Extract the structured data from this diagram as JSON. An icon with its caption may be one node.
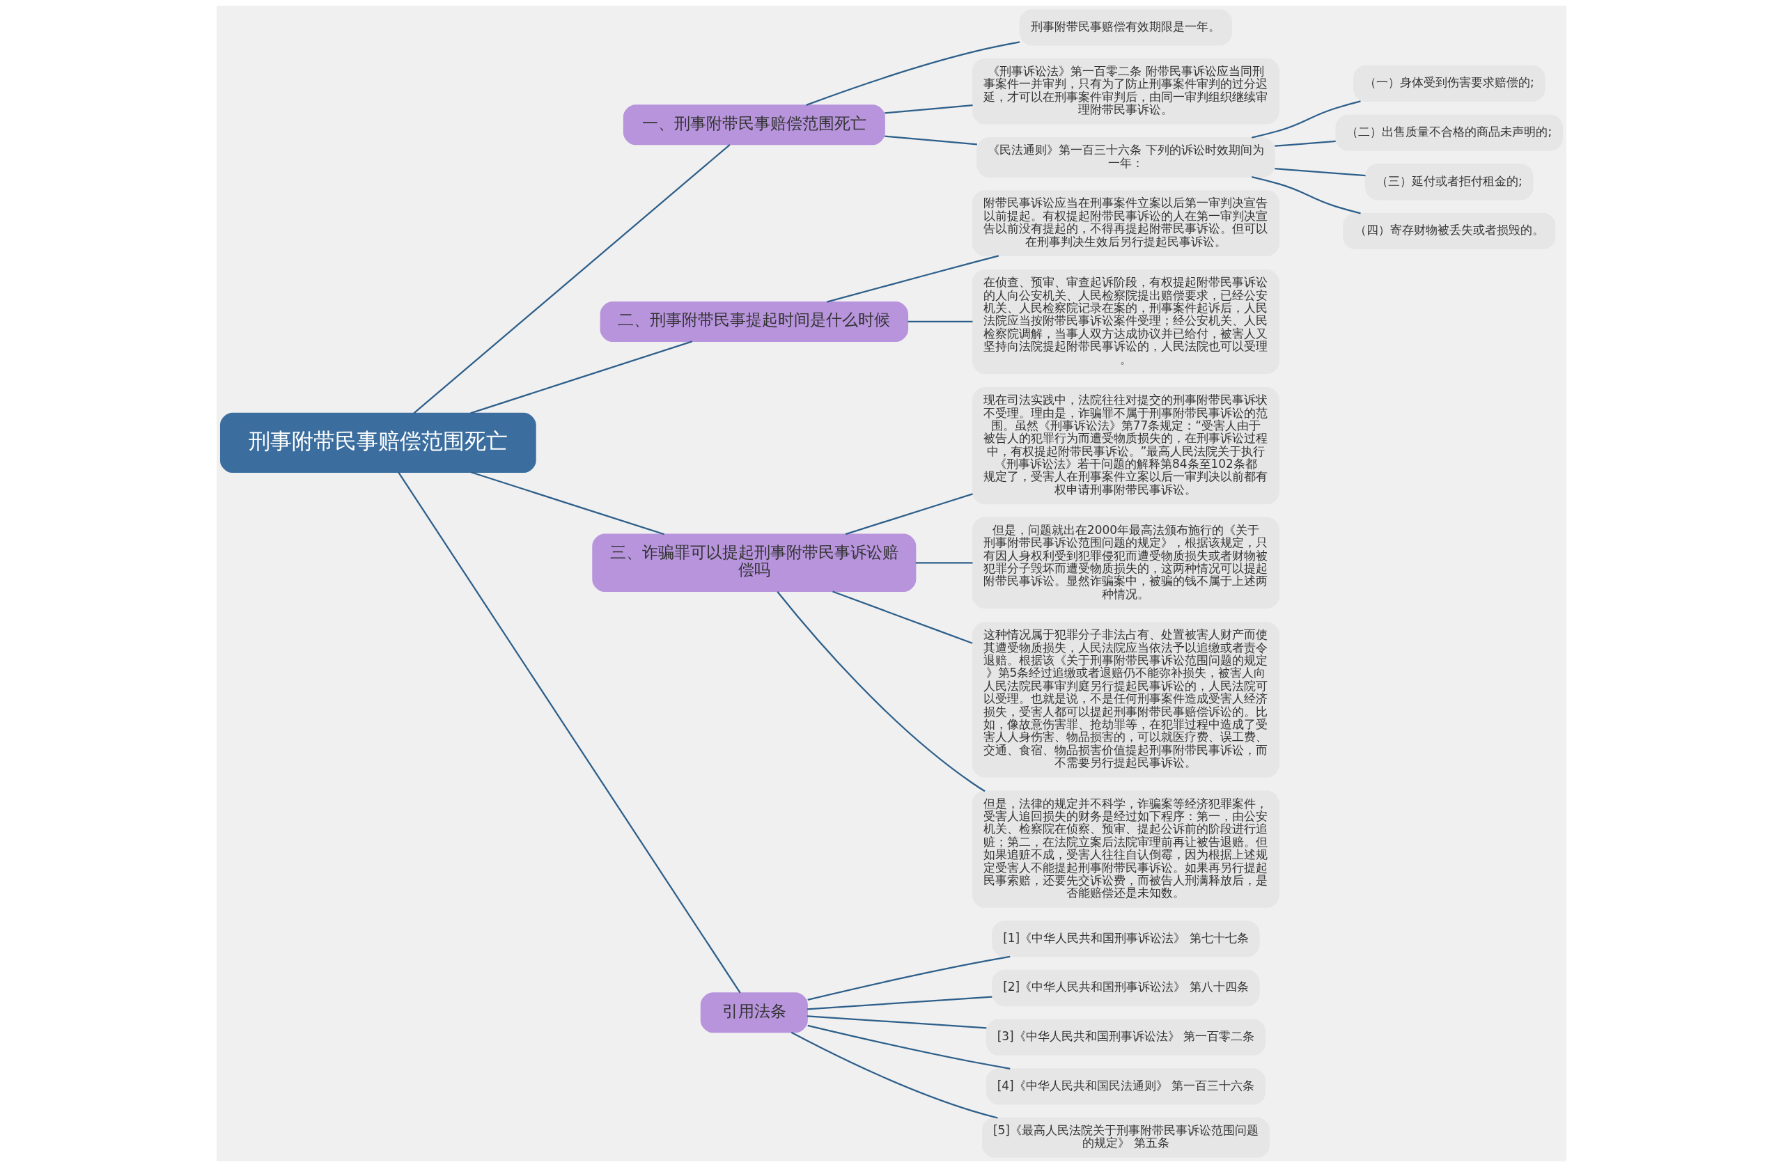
{
  "diagram": {
    "nodes": [
      {
        "text": [
          "刑事附带民事赔偿范围死亡"
        ]
      },
      {
        "text": [
          "一、刑事附带民事赔偿范围死亡"
        ]
      },
      {
        "text": [
          "刑事附带民事赔偿有效期限是一年。"
        ]
      },
      {
        "text": [
          "《刑事诉讼法》第一百零二条 附带民事诉讼应当同刑事案件一并审判，只有为了防止刑事案件审判的过分迟延，才可以在刑事案件审判后，由同一审判组织继续审理附带民事诉讼。"
        ]
      },
      {
        "text": [
          "《民法通则》第一百三十六条 下列的诉讼时效期间为一年："
        ]
      },
      {
        "text": [
          "（一）身体受到伤害要求赔偿的;"
        ]
      },
      {
        "text": [
          "（二）出售质量不合格的商品未声明的;"
        ]
      },
      {
        "text": [
          "（三）延付或者拒付租金的;"
        ]
      },
      {
        "text": [
          "（四）寄存财物被丢失或者损毁的。"
        ]
      },
      {
        "text": [
          "二、刑事附带民事提起时间是什么时候"
        ]
      },
      {
        "text": [
          "附带民事诉讼应当在刑事案件立案以后第一审判决宣告以前提起。有权提起附带民事诉讼的人在第一审判决宣告以前没有提起的，不得再提起附带民事诉讼。但可以在刑事判决生效后另行提起民事诉讼。"
        ]
      },
      {
        "text": [
          "在侦查、预审、审查起诉阶段，有权提起附带民事诉讼的人向公安机关、人民检察院提出赔偿要求，已经公安机关、人民检察院记录在案的，刑事案件起诉后，人民法院应当按附带民事诉讼案件受理；经公安机关、人民检察院调解，当事人双方达成协议并已给付，被害人又坚持向法院提起附带民事诉讼的，人民法院也可以受理。"
        ]
      },
      {
        "text": [
          "三、诈骗罪可以提起刑事附带民事诉讼赔偿吗"
        ]
      },
      {
        "text": [
          "现在司法实践中，法院往往对提交的刑事附带民事诉状不受理。理由是，诈骗罪不属于刑事附带民事诉讼的范围。虽然《刑事诉讼法》第77条规定：“受害人由于被告人的犯罪行为而遭受物质损失的，在刑事诉讼过程中，有权提起附带民事诉讼。”最高人民法院关于执行《刑事诉讼法》若干问题的解释第84条至102条都规定了，受害人在刑事案件立案以后一审判决以前都有权申请刑事附带民事诉讼。"
        ]
      },
      {
        "text": [
          "但是，问题就出在2000年最高法颁布施行的《关于刑事附带民事诉讼范围问题的规定》，根据该规定，只有因人身权利受到犯罪侵犯而遭受物质损失或者财物被犯罪分子毁坏而遭受物质损失的，这两种情况可以提起附带民事诉讼。显然诈骗案中，被骗的钱不属于上述两种情况。"
        ]
      },
      {
        "text": [
          "这种情况属于犯罪分子非法占有、处置被害人财产而使其遭受物质损失，人民法院应当依法予以追缴或者责令退赔。根据该《关于刑事附带民事诉讼范围问题的规定》第5条经过追缴或者退赔仍不能弥补损失，被害人向人民法院民事审判庭另行提起民事诉讼的，人民法院可以受理。也就是说，不是任何刑事案件造成受害人经济损失，受害人都可以提起刑事附带民事赔偿诉讼的。比如，像故意伤害罪、抢劫罪等，在犯罪过程中造成了受害人人身伤害、物品损害的，可以就医疗费、误工费、交通、食宿、物品损害价值提起刑事附带民事诉讼，而不需要另行提起民事诉讼。"
        ]
      },
      {
        "text": [
          "但是，法律的规定并不科学，诈骗案等经济犯罪案件，受害人追回损失的财务是经过如下程序：第一，由公安机关、检察院在侦察、预审、提起公诉前的阶段进行追赃；第二，在法院立案后法院审理前再让被告退赔。但如果追赃不成，受害人往往自认倒霉，因为根据上述规定受害人不能提起刑事附带民事诉讼。如果再另行提起民事索赔，还要先交诉讼费，而被告人刑满释放后，是否能赔偿还是未知数。"
        ]
      },
      {
        "text": [
          "引用法条"
        ]
      },
      {
        "text": [
          "[1]《中华人民共和国刑事诉讼法》 第七十七条"
        ]
      },
      {
        "text": [
          "[2]《中华人民共和国刑事诉讼法》 第八十四条"
        ]
      },
      {
        "text": [
          "[3]《中华人民共和国刑事诉讼法》 第一百零二条"
        ]
      },
      {
        "text": [
          "[4]《中华人民共和国民法通则》 第一百三十六条"
        ]
      },
      {
        "text": [
          "[5]《最高人民法院关于刑事附带民事诉讼范围问题的规定》 第五条"
        ]
      }
    ],
    "edges": [
      {
        "from": 0,
        "to": 1,
        "arrow": "none"
      },
      {
        "from": 1,
        "to": 2,
        "arrow": "none"
      },
      {
        "from": 1,
        "to": 3,
        "arrow": "none"
      },
      {
        "from": 1,
        "to": 4,
        "arrow": "none"
      },
      {
        "from": 4,
        "to": 5,
        "arrow": "none"
      },
      {
        "from": 4,
        "to": 6,
        "arrow": "none"
      },
      {
        "from": 4,
        "to": 7,
        "arrow": "none"
      },
      {
        "from": 4,
        "to": 8,
        "arrow": "none"
      },
      {
        "from": 0,
        "to": 9,
        "arrow": "none"
      },
      {
        "from": 9,
        "to": 10,
        "arrow": "none"
      },
      {
        "from": 9,
        "to": 11,
        "arrow": "none"
      },
      {
        "from": 0,
        "to": 12,
        "arrow": "none"
      },
      {
        "from": 12,
        "to": 13,
        "arrow": "none"
      },
      {
        "from": 12,
        "to": 14,
        "arrow": "none"
      },
      {
        "from": 12,
        "to": 15,
        "arrow": "none"
      },
      {
        "from": 12,
        "to": 16,
        "arrow": "none"
      },
      {
        "from": 0,
        "to": 17,
        "arrow": "none"
      },
      {
        "from": 17,
        "to": 18,
        "arrow": "none"
      },
      {
        "from": 17,
        "to": 19,
        "arrow": "none"
      },
      {
        "from": 17,
        "to": 20,
        "arrow": "none"
      },
      {
        "from": 17,
        "to": 21,
        "arrow": "none"
      },
      {
        "from": 17,
        "to": 22,
        "arrow": "none"
      }
    ]
  }
}
